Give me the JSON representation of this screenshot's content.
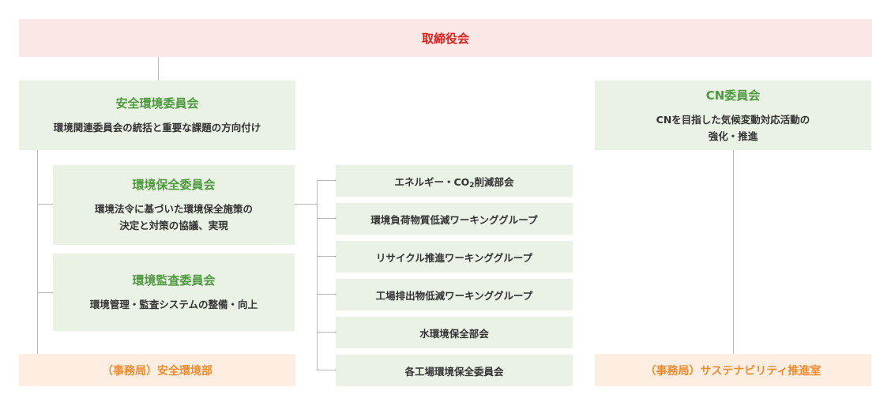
{
  "board": {
    "label": "取締役会"
  },
  "safety_env_committee": {
    "title": "安全環境委員会",
    "description": "環境関連委員会の統括と重要な課題の方向付け"
  },
  "cn_committee": {
    "title": "CN委員会",
    "description_line1": "CNを目指した気候変動対応活動の",
    "description_line2": "強化・推進"
  },
  "env_protection_committee": {
    "title": "環境保全委員会",
    "description_line1": "環境法令に基づいた環境保全施策の",
    "description_line2": "決定と対策の協議、実現"
  },
  "env_audit_committee": {
    "title": "環境監査委員会",
    "description": "環境管理・監査システムの整備・向上"
  },
  "subgroups": {
    "energy_co2": {
      "prefix": "エネルギー・CO",
      "subscript": "2",
      "suffix": "削減部会"
    },
    "hazardous_substances": "環境負荷物質低減ワーキンググループ",
    "recycling": "リサイクル推進ワーキンググループ",
    "factory_emissions": "工場排出物低減ワーキンググループ",
    "water_env": "水環境保全部会",
    "factory_env": "各工場環境保全委員会"
  },
  "secretariat_safety": "（事務局）安全環境部",
  "secretariat_sustainability": "（事務局）サステナビリティ推進室"
}
